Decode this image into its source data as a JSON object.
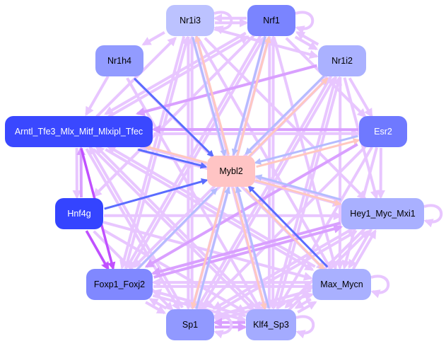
{
  "graph": {
    "title": "Transcription factor regulatory network",
    "nodes": [
      {
        "id": "Nr1i3",
        "label": "Nr1i3",
        "fill": "#bcc2ff",
        "text": "#000000"
      },
      {
        "id": "Nrf1",
        "label": "Nrf1",
        "fill": "#7a84ff",
        "text": "#000000"
      },
      {
        "id": "Nr1h4",
        "label": "Nr1h4",
        "fill": "#929bff",
        "text": "#000000"
      },
      {
        "id": "Nr1i2",
        "label": "Nr1i2",
        "fill": "#aab1ff",
        "text": "#000000"
      },
      {
        "id": "Arntl",
        "label": "Arntl_Tfe3_Mlx_Mitf_Mlxipl_Tfec",
        "fill": "#3a48ff",
        "text": "#ffffff"
      },
      {
        "id": "Esr2",
        "label": "Esr2",
        "fill": "#6f79ff",
        "text": "#ffffff"
      },
      {
        "id": "Mybl2",
        "label": "Mybl2",
        "fill": "#ffc4c4",
        "text": "#000000"
      },
      {
        "id": "Hnf4g",
        "label": "Hnf4g",
        "fill": "#3444ff",
        "text": "#ffffff"
      },
      {
        "id": "Hey1",
        "label": "Hey1_Myc_Mxi1",
        "fill": "#a9b0ff",
        "text": "#000000"
      },
      {
        "id": "Foxp1",
        "label": "Foxp1_Foxj2",
        "fill": "#8088ff",
        "text": "#000000"
      },
      {
        "id": "Max",
        "label": "Max_Mycn",
        "fill": "#a9b0ff",
        "text": "#000000"
      },
      {
        "id": "Sp1",
        "label": "Sp1",
        "fill": "#9199ff",
        "text": "#000000"
      },
      {
        "id": "Klf4",
        "label": "Klf4_Sp3",
        "fill": "#a4abff",
        "text": "#000000"
      }
    ],
    "edge_colors": {
      "default": "#e8c6ff",
      "strong": "#d9a0ff",
      "very_strong": "#c050ff",
      "to_target_blue": "#b4bcff",
      "to_target_dark": "#5a6cff",
      "from_target": "#ffc8c0"
    },
    "edges": [
      {
        "from": "Nr1i3",
        "to": "Mybl2",
        "type": "to_target_blue"
      },
      {
        "from": "Mybl2",
        "to": "Nr1i3",
        "type": "from_target"
      },
      {
        "from": "Nrf1",
        "to": "Mybl2",
        "type": "to_target_blue"
      },
      {
        "from": "Mybl2",
        "to": "Nrf1",
        "type": "from_target"
      },
      {
        "from": "Nr1h4",
        "to": "Mybl2",
        "type": "to_target_dark"
      },
      {
        "from": "Nr1i2",
        "to": "Mybl2",
        "type": "to_target_blue"
      },
      {
        "from": "Mybl2",
        "to": "Nr1i2",
        "type": "from_target"
      },
      {
        "from": "Arntl",
        "to": "Mybl2",
        "type": "to_target_dark"
      },
      {
        "from": "Mybl2",
        "to": "Arntl",
        "type": "from_target"
      },
      {
        "from": "Esr2",
        "to": "Mybl2",
        "type": "to_target_blue"
      },
      {
        "from": "Mybl2",
        "to": "Esr2",
        "type": "from_target"
      },
      {
        "from": "Hnf4g",
        "to": "Mybl2",
        "type": "to_target_dark"
      },
      {
        "from": "Hey1",
        "to": "Mybl2",
        "type": "to_target_blue"
      },
      {
        "from": "Mybl2",
        "to": "Hey1",
        "type": "from_target"
      },
      {
        "from": "Foxp1",
        "to": "Mybl2",
        "type": "to_target_blue"
      },
      {
        "from": "Max",
        "to": "Mybl2",
        "type": "to_target_dark"
      },
      {
        "from": "Mybl2",
        "to": "Max",
        "type": "from_target"
      },
      {
        "from": "Sp1",
        "to": "Mybl2",
        "type": "to_target_blue"
      },
      {
        "from": "Mybl2",
        "to": "Sp1",
        "type": "from_target"
      },
      {
        "from": "Klf4",
        "to": "Mybl2",
        "type": "to_target_blue"
      },
      {
        "from": "Mybl2",
        "to": "Klf4",
        "type": "from_target"
      },
      {
        "from": "Hnf4g",
        "to": "Foxp1",
        "type": "very_strong"
      },
      {
        "from": "Arntl",
        "to": "Foxp1",
        "type": "very_strong"
      },
      {
        "from": "Hnf4g",
        "to": "Arntl",
        "type": "strong"
      },
      {
        "from": "Arntl",
        "to": "Hnf4g",
        "type": "default"
      },
      {
        "from": "Nr1i3",
        "to": "Nr1h4",
        "type": "default"
      },
      {
        "from": "Nr1h4",
        "to": "Arntl",
        "type": "default"
      },
      {
        "from": "Nrf1",
        "to": "Nr1i2",
        "type": "default"
      },
      {
        "from": "Nr1i2",
        "to": "Nrf1",
        "type": "default"
      },
      {
        "from": "Nr1i2",
        "to": "Esr2",
        "type": "default"
      },
      {
        "from": "Esr2",
        "to": "Hey1",
        "type": "default"
      },
      {
        "from": "Hey1",
        "to": "Max",
        "type": "default"
      },
      {
        "from": "Hnf4g",
        "to": "Foxp1",
        "type": "default"
      },
      {
        "from": "Foxp1",
        "to": "Sp1",
        "type": "default"
      },
      {
        "from": "Sp1",
        "to": "Foxp1",
        "type": "default"
      },
      {
        "from": "Sp1",
        "to": "Klf4",
        "type": "strong"
      },
      {
        "from": "Klf4",
        "to": "Sp1",
        "type": "strong"
      },
      {
        "from": "Nr1i3",
        "to": "Nrf1",
        "type": "default"
      },
      {
        "from": "Nrf1",
        "to": "Nr1i3",
        "type": "default"
      },
      {
        "from": "Esr2",
        "to": "Arntl",
        "type": "strong"
      },
      {
        "from": "Nr1i2",
        "to": "Arntl",
        "type": "strong"
      },
      {
        "from": "Hey1",
        "to": "Foxp1",
        "type": "strong"
      },
      {
        "from": "Esr2",
        "to": "Foxp1",
        "type": "strong"
      },
      {
        "from": "Foxp1",
        "to": "Hey1",
        "type": "strong"
      },
      {
        "from": "Nr1h4",
        "to": "Max",
        "type": "default"
      },
      {
        "from": "Nr1h4",
        "to": "Klf4",
        "type": "default"
      },
      {
        "from": "Nr1i3",
        "to": "Sp1",
        "type": "default"
      },
      {
        "from": "Nr1i3",
        "to": "Klf4",
        "type": "default"
      },
      {
        "from": "Nr1i3",
        "to": "Max",
        "type": "default"
      },
      {
        "from": "Nr1i3",
        "to": "Hey1",
        "type": "default"
      },
      {
        "from": "Nr1i3",
        "to": "Foxp1",
        "type": "default"
      },
      {
        "from": "Nr1i3",
        "to": "Nr1i2",
        "type": "default"
      },
      {
        "from": "Nrf1",
        "to": "Sp1",
        "type": "default"
      },
      {
        "from": "Nrf1",
        "to": "Klf4",
        "type": "default"
      },
      {
        "from": "Nrf1",
        "to": "Max",
        "type": "default"
      },
      {
        "from": "Nrf1",
        "to": "Foxp1",
        "type": "default"
      },
      {
        "from": "Nrf1",
        "to": "Arntl",
        "type": "default"
      },
      {
        "from": "Nrf1",
        "to": "Hnf4g",
        "type": "default"
      },
      {
        "from": "Nrf1",
        "to": "Esr2",
        "type": "default"
      },
      {
        "from": "Nr1i2",
        "to": "Sp1",
        "type": "default"
      },
      {
        "from": "Nr1i2",
        "to": "Klf4",
        "type": "default"
      },
      {
        "from": "Nr1i2",
        "to": "Max",
        "type": "default"
      },
      {
        "from": "Nr1i2",
        "to": "Foxp1",
        "type": "default"
      },
      {
        "from": "Nr1i2",
        "to": "Hey1",
        "type": "default"
      },
      {
        "from": "Esr2",
        "to": "Sp1",
        "type": "default"
      },
      {
        "from": "Esr2",
        "to": "Klf4",
        "type": "default"
      },
      {
        "from": "Esr2",
        "to": "Max",
        "type": "default"
      },
      {
        "from": "Arntl",
        "to": "Sp1",
        "type": "default"
      },
      {
        "from": "Arntl",
        "to": "Klf4",
        "type": "default"
      },
      {
        "from": "Arntl",
        "to": "Max",
        "type": "default"
      },
      {
        "from": "Arntl",
        "to": "Hey1",
        "type": "default"
      },
      {
        "from": "Arntl",
        "to": "Nrf1",
        "type": "default"
      },
      {
        "from": "Arntl",
        "to": "Nr1i3",
        "type": "default"
      },
      {
        "from": "Arntl",
        "to": "Esr2",
        "type": "default"
      },
      {
        "from": "Hnf4g",
        "to": "Sp1",
        "type": "default"
      },
      {
        "from": "Hnf4g",
        "to": "Klf4",
        "type": "default"
      },
      {
        "from": "Hnf4g",
        "to": "Max",
        "type": "default"
      },
      {
        "from": "Hnf4g",
        "to": "Hey1",
        "type": "default"
      },
      {
        "from": "Hey1",
        "to": "Sp1",
        "type": "default"
      },
      {
        "from": "Hey1",
        "to": "Klf4",
        "type": "default"
      },
      {
        "from": "Hey1",
        "to": "Arntl",
        "type": "default"
      },
      {
        "from": "Max",
        "to": "Foxp1",
        "type": "default"
      },
      {
        "from": "Max",
        "to": "Sp1",
        "type": "default"
      },
      {
        "from": "Max",
        "to": "Klf4",
        "type": "default"
      },
      {
        "from": "Max",
        "to": "Arntl",
        "type": "default"
      },
      {
        "from": "Max",
        "to": "Hey1",
        "type": "default"
      },
      {
        "from": "Foxp1",
        "to": "Klf4",
        "type": "default"
      },
      {
        "from": "Foxp1",
        "to": "Max",
        "type": "default"
      },
      {
        "from": "Foxp1",
        "to": "Nrf1",
        "type": "default"
      },
      {
        "from": "Foxp1",
        "to": "Nr1i3",
        "type": "default"
      },
      {
        "from": "Foxp1",
        "to": "Nr1i2",
        "type": "default"
      },
      {
        "from": "Sp1",
        "to": "Nrf1",
        "type": "default"
      },
      {
        "from": "Sp1",
        "to": "Nr1i3",
        "type": "default"
      },
      {
        "from": "Sp1",
        "to": "Nr1i2",
        "type": "default"
      },
      {
        "from": "Sp1",
        "to": "Arntl",
        "type": "default"
      },
      {
        "from": "Sp1",
        "to": "Max",
        "type": "default"
      },
      {
        "from": "Sp1",
        "to": "Hey1",
        "type": "default"
      },
      {
        "from": "Klf4",
        "to": "Nrf1",
        "type": "default"
      },
      {
        "from": "Klf4",
        "to": "Nr1i3",
        "type": "default"
      },
      {
        "from": "Klf4",
        "to": "Nr1i2",
        "type": "default"
      },
      {
        "from": "Klf4",
        "to": "Arntl",
        "type": "default"
      },
      {
        "from": "Klf4",
        "to": "Foxp1",
        "type": "default"
      },
      {
        "from": "Klf4",
        "to": "Max",
        "type": "default"
      },
      {
        "from": "Klf4",
        "to": "Hey1",
        "type": "default"
      }
    ],
    "self_loops": [
      "Nr1i3",
      "Nrf1",
      "Hey1",
      "Max",
      "Klf4",
      "Sp1"
    ]
  }
}
